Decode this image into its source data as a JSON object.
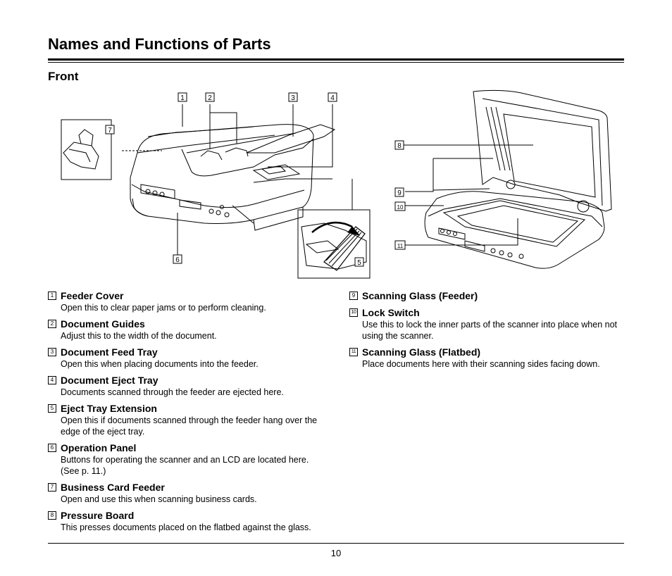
{
  "page": {
    "title": "Names and Functions of Parts",
    "section": "Front",
    "page_number": "10"
  },
  "callouts": [
    "1",
    "2",
    "3",
    "4",
    "5",
    "6",
    "7",
    "8",
    "9",
    "10",
    "11"
  ],
  "parts_left": [
    {
      "num": "1",
      "title": "Feeder Cover",
      "desc": "Open this to clear paper jams or to perform cleaning."
    },
    {
      "num": "2",
      "title": "Document Guides",
      "desc": "Adjust this to the width of the document."
    },
    {
      "num": "3",
      "title": "Document Feed Tray",
      "desc": "Open this when placing documents into the feeder."
    },
    {
      "num": "4",
      "title": "Document Eject Tray",
      "desc": "Documents scanned through the feeder are ejected here."
    },
    {
      "num": "5",
      "title": "Eject Tray Extension",
      "desc": "Open this if documents scanned through the feeder hang over the edge of the eject tray."
    },
    {
      "num": "6",
      "title": "Operation Panel",
      "desc": "Buttons for operating the scanner and an LCD are located here. (See p. 11.)"
    },
    {
      "num": "7",
      "title": "Business Card Feeder",
      "desc": "Open and use this when scanning business cards."
    },
    {
      "num": "8",
      "title": "Pressure Board",
      "desc": "This presses documents placed on the flatbed against the glass."
    }
  ],
  "parts_right": [
    {
      "num": "9",
      "title": "Scanning Glass (Feeder)",
      "desc": ""
    },
    {
      "num": "10",
      "title": "Lock Switch",
      "desc": "Use this to lock the inner parts of the scanner into place when not using the scanner."
    },
    {
      "num": "11",
      "title": "Scanning Glass (Flatbed)",
      "desc": "Place documents here with their scanning sides facing down."
    }
  ]
}
